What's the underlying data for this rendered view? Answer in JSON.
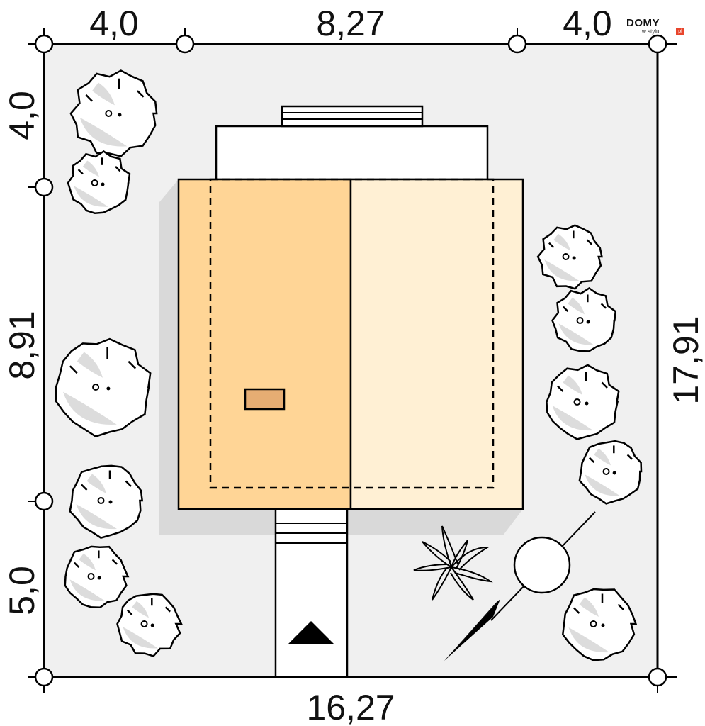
{
  "dimensions": {
    "top_left": "4,0",
    "top_middle": "8,27",
    "top_right": "4,0",
    "left_top": "4,0",
    "left_middle": "8,91",
    "left_bottom": "5,0",
    "right_total": "17,91",
    "bottom_total": "16,27"
  },
  "brand": {
    "name": "DOMY",
    "sub": "w stylu",
    "suffix": "pl"
  },
  "colors": {
    "plot": "#f0f0f0",
    "roof_left": "#ffd596",
    "roof_right": "#fff0d4",
    "chimney": "#e6ad73",
    "shadow": "#d9d9d9",
    "tree_shade": "#dcdcdc",
    "line": "#000000"
  },
  "icons": {
    "tree": "tree-icon",
    "plant": "plant-icon",
    "north_arrow": "north-arrow-icon",
    "entrance_arrow": "entrance-triangle-icon"
  }
}
